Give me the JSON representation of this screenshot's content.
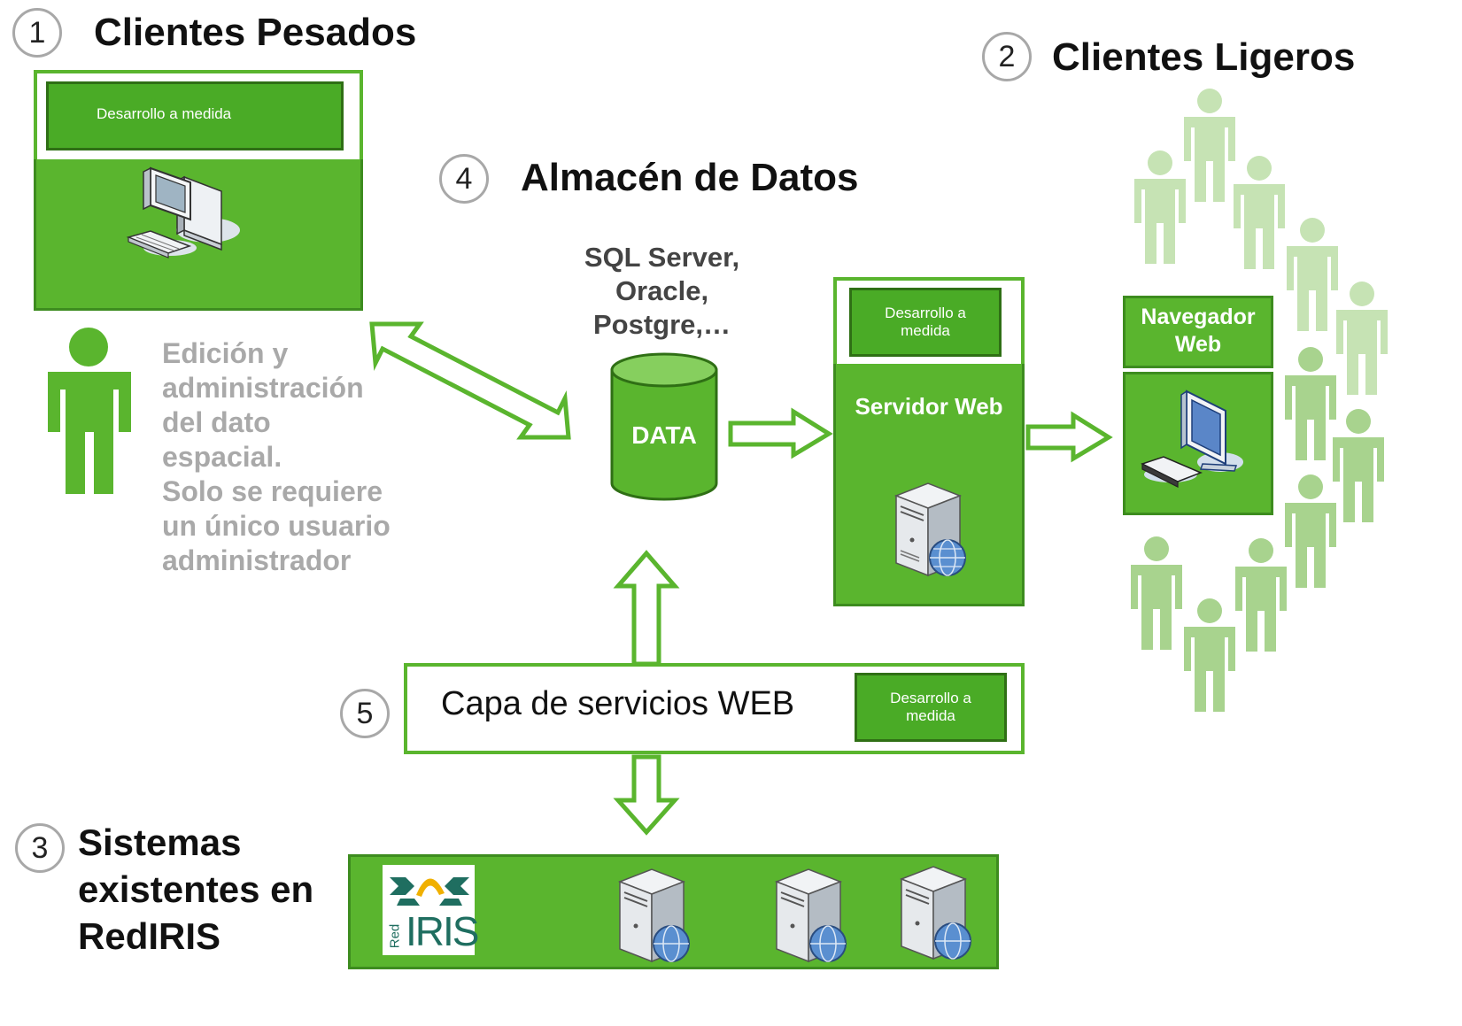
{
  "numbers": {
    "n1": "1",
    "n2": "2",
    "n3": "3",
    "n4": "4",
    "n5": "5"
  },
  "headings": {
    "clientes_pesados": "Clientes Pesados",
    "clientes_ligeros": "Clientes Ligeros",
    "almacen_datos": "Almacén de Datos",
    "sistemas_lines": [
      "Sistemas",
      "existentes en",
      "RedIRIS"
    ]
  },
  "heavy_client": {
    "dev_label": "Desarrollo a medida"
  },
  "admin_description": [
    "Edición y",
    "administración",
    "del dato",
    "espacial.",
    "Solo se requiere",
    "un único usuario",
    "administrador"
  ],
  "database": {
    "engines": [
      "SQL Server,",
      "Oracle,",
      "Postgre,…"
    ],
    "label": "DATA"
  },
  "web_server": {
    "dev_label_lines": [
      "Desarrollo a",
      "medida"
    ],
    "title": "Servidor Web"
  },
  "browser": {
    "title_lines": [
      "Navegador",
      "Web"
    ]
  },
  "services_layer": {
    "label": "Capa de servicios WEB",
    "dev_label_lines": [
      "Desarrollo a",
      "medida"
    ]
  },
  "rediris_logo": {
    "red": "Red",
    "iris": "IRIS"
  },
  "colors": {
    "green": "#5ab52e",
    "dark_green": "#2f6f15",
    "light_green": "#c6e3b4",
    "gray_text": "#a9a9a9"
  }
}
